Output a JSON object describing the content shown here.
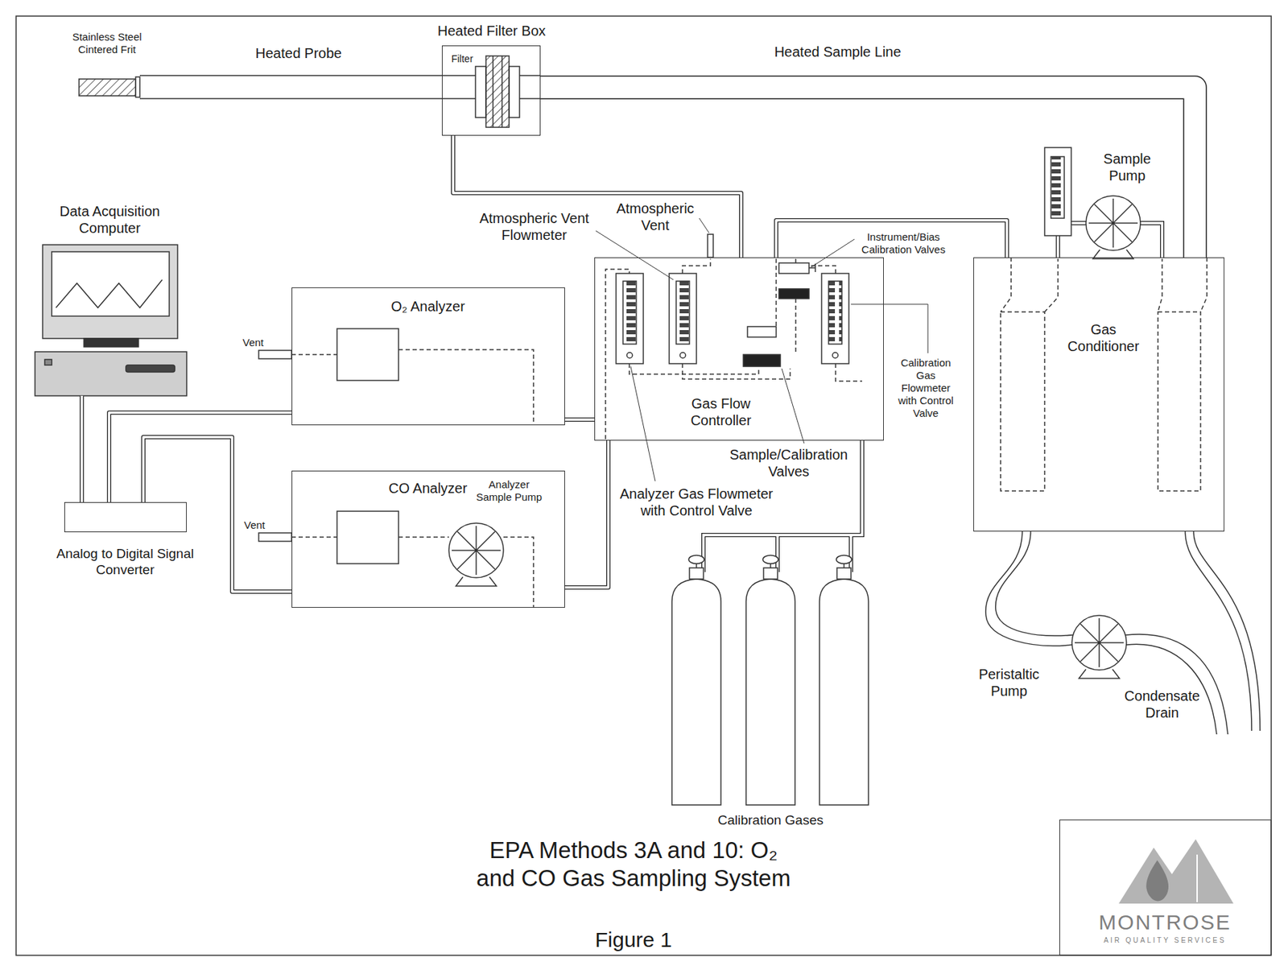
{
  "diagram": {
    "title": "EPA Methods 3A and 10: O₂ and CO Gas Sampling System",
    "caption": "Figure 1",
    "nodes": [
      {
        "text": [
          "Heated Filter Box"
        ]
      },
      {
        "text": [
          "Data Acquisition Computer"
        ]
      },
      {
        "text": [
          "O₂ Analyzer"
        ]
      },
      {
        "text": [
          "Gas Flow Controller"
        ]
      },
      {
        "text": [
          "Gas Conditioner"
        ]
      },
      {
        "text": [
          "CO Analyzer"
        ]
      },
      {
        "text": [
          "Analog to Digital Signal Converter"
        ]
      },
      {
        "text": [
          "MONTROSE",
          "AIR QUALITY SERVICES"
        ]
      }
    ],
    "edges": [
      {
        "from": 0,
        "to": 4,
        "arrow": "none"
      },
      {
        "from": 4,
        "to": 3,
        "arrow": "none"
      },
      {
        "from": 0,
        "to": 3,
        "arrow": "none"
      },
      {
        "from": 3,
        "to": 2,
        "arrow": "none"
      },
      {
        "from": 3,
        "to": 5,
        "arrow": "none"
      },
      {
        "from": 2,
        "to": 6,
        "arrow": "none"
      },
      {
        "from": 5,
        "to": 6,
        "arrow": "none"
      },
      {
        "from": 6,
        "to": 1,
        "arrow": "none"
      }
    ],
    "labels": [
      "Stainless Steel Cintered Frit",
      "Heated Probe",
      "Filter",
      "Heated Sample Line",
      "Sample Pump",
      "Atmospheric Vent Flowmeter",
      "Atmospheric Vent",
      "Instrument/Bias Calibration Valves",
      "Calibration Gas Flowmeter with Control Valve",
      "Sample/Calibration Valves",
      "Analyzer Gas Flowmeter with Control Valve",
      "Vent",
      "Analyzer Sample Pump",
      "Vent",
      "Calibration Gases",
      "Peristaltic Pump",
      "Condensate Drain"
    ]
  }
}
